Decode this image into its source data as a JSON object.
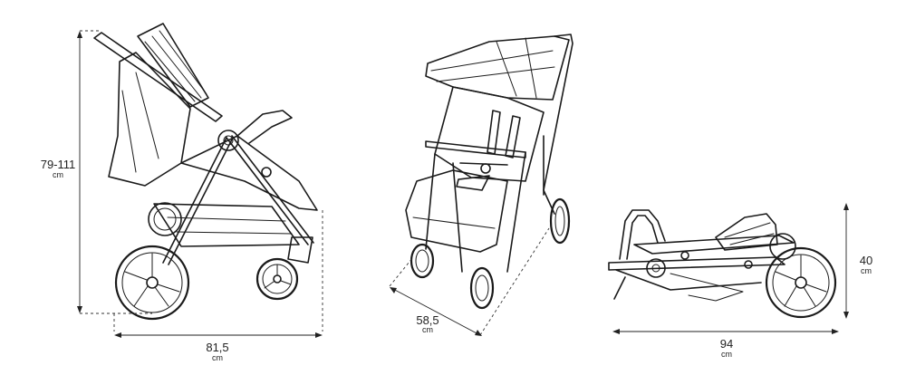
{
  "dimensions": {
    "height": {
      "value": "79-111",
      "unit": "cm"
    },
    "length": {
      "value": "81,5",
      "unit": "cm"
    },
    "width": {
      "value": "58,5",
      "unit": "cm"
    },
    "folded_length": {
      "value": "94",
      "unit": "cm"
    },
    "folded_height": {
      "value": "40",
      "unit": "cm"
    }
  }
}
